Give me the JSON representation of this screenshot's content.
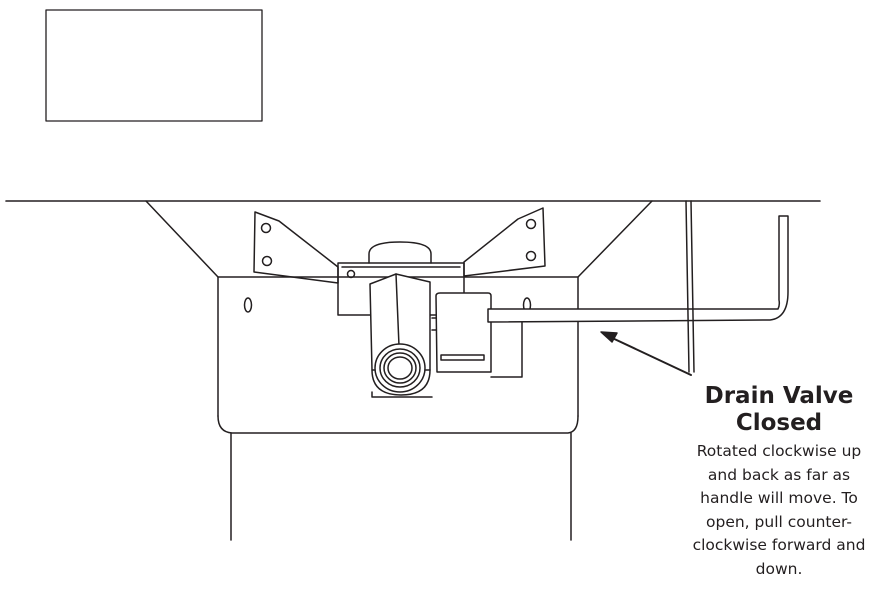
{
  "callout": {
    "title_line1": "Drain Valve",
    "title_line2": "Closed",
    "desc_lines": [
      "Rotated clockwise up",
      "and back as far as",
      "handle will move. To",
      "open, pull counter-",
      "clockwise forward and",
      "down."
    ]
  },
  "colors": {
    "line": "#231f20",
    "background": "#ffffff"
  }
}
